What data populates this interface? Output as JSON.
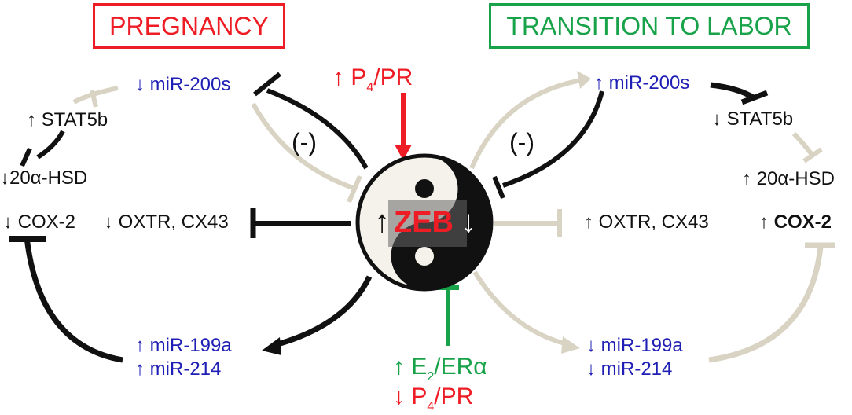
{
  "headers": {
    "pregnancy": "PREGNANCY",
    "labor": "TRANSITION TO LABOR"
  },
  "colors": {
    "red": "#ee1c25",
    "green": "#18a34a",
    "blue": "#1f1fb5",
    "black": "#111111",
    "beige": "#d9d3c3"
  },
  "left": {
    "mir200": "↓ miR-200s",
    "stat5b": "↑ STAT5b",
    "hsd_prefix": "↓20",
    "hsd_alpha": "α",
    "hsd_suffix": "-HSD",
    "cox2": "↓ COX-2",
    "oxtr": "↓ OXTR, CX43",
    "mir199a": "↑ miR-199a",
    "mir214": "↑ miR-214",
    "neg": "(-)"
  },
  "center": {
    "zeb": "ZEB",
    "up_arrow": "↑",
    "down_arrow": "↓",
    "top_prefix": "↑ P",
    "top_sub": "4",
    "top_suffix": "/PR",
    "bottom1_prefix": "↑ E",
    "bottom1_sub": "2",
    "bottom1_suffix": "/ERα",
    "bottom2_prefix": "↓ P",
    "bottom2_sub": "4",
    "bottom2_suffix": "/PR"
  },
  "right": {
    "mir200": "↑ miR-200s",
    "stat5b": "↓ STAT5b",
    "hsd_prefix": "↑ 20",
    "hsd_alpha": "α",
    "hsd_suffix": "-HSD",
    "oxtr": "↑ OXTR, CX43",
    "cox2_arrow": "↑ ",
    "cox2": "COX-2",
    "mir199a": "↓ miR-199a",
    "mir214": "↓ miR-214",
    "neg": "(-)"
  }
}
